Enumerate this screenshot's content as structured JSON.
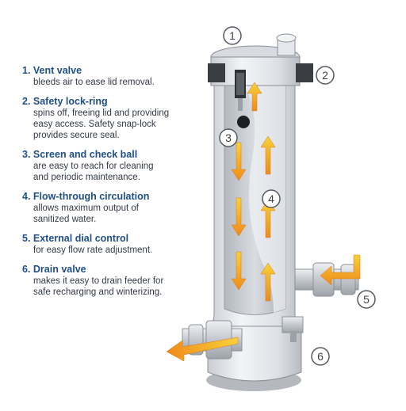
{
  "features": [
    {
      "title": "1. Vent valve",
      "desc": "bleeds air to ease lid removal."
    },
    {
      "title": "2. Safety lock-ring",
      "desc": "spins off, freeing lid and providing\neasy access. Safety snap-lock\nprovides secure seal."
    },
    {
      "title": "3. Screen and check ball",
      "desc": "are easy to reach for cleaning\nand periodic maintenance."
    },
    {
      "title": "4. Flow-through circulation",
      "desc": "allows maximum output of\nsanitized water."
    },
    {
      "title": "5. External dial control",
      "desc": "for easy flow rate adjustment."
    },
    {
      "title": "6. Drain valve",
      "desc": "makes it easy to drain feeder for\nsafe recharging and winterizing."
    }
  ],
  "callouts": [
    "1",
    "2",
    "3",
    "4",
    "5",
    "6"
  ],
  "colors": {
    "title_blue": "#1f4f86",
    "arrow_orange": "#f39a1e",
    "arrow_yellow": "#f7d23a",
    "body_gray": "#e3e6ea"
  }
}
